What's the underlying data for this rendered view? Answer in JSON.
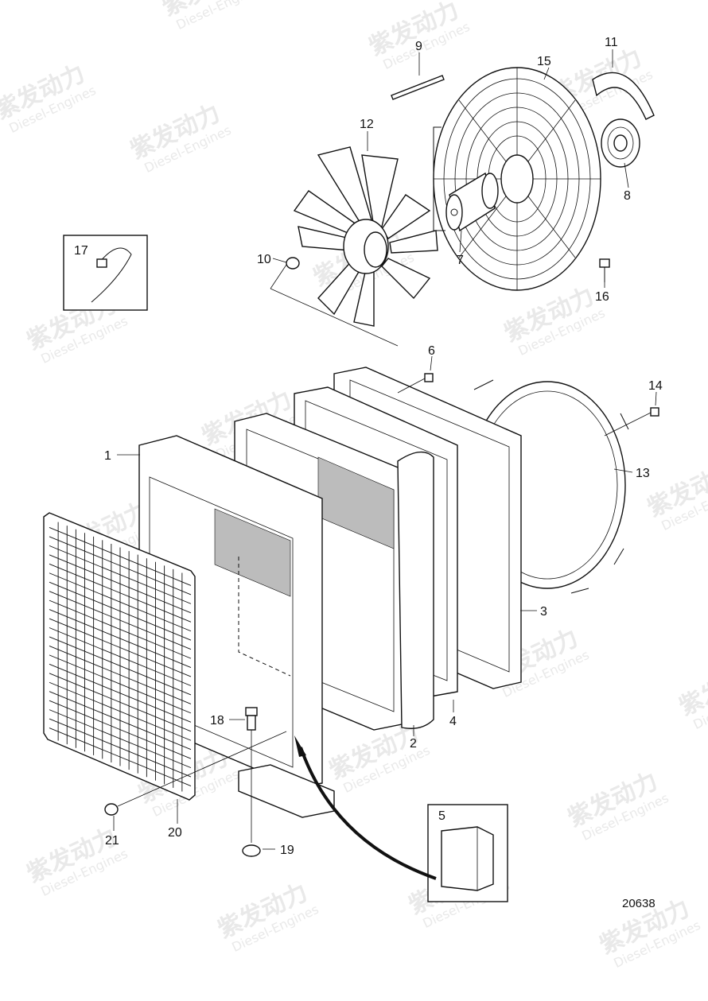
{
  "diagram": {
    "drawing_number": "20638",
    "watermark": {
      "cn": "紫发动力",
      "en": "Diesel-Engines"
    },
    "callouts": [
      {
        "id": "1",
        "text": "1"
      },
      {
        "id": "2",
        "text": "2"
      },
      {
        "id": "3",
        "text": "3"
      },
      {
        "id": "4",
        "text": "4"
      },
      {
        "id": "5",
        "text": "5"
      },
      {
        "id": "6",
        "text": "6"
      },
      {
        "id": "7",
        "text": "7"
      },
      {
        "id": "8",
        "text": "8"
      },
      {
        "id": "9",
        "text": "9"
      },
      {
        "id": "10",
        "text": "10"
      },
      {
        "id": "11",
        "text": "11"
      },
      {
        "id": "12",
        "text": "12"
      },
      {
        "id": "13",
        "text": "13"
      },
      {
        "id": "14",
        "text": "14"
      },
      {
        "id": "15",
        "text": "15"
      },
      {
        "id": "16",
        "text": "16"
      },
      {
        "id": "17",
        "text": "17"
      },
      {
        "id": "18",
        "text": "18"
      },
      {
        "id": "19",
        "text": "19"
      },
      {
        "id": "20",
        "text": "20"
      },
      {
        "id": "21",
        "text": "21"
      }
    ]
  }
}
